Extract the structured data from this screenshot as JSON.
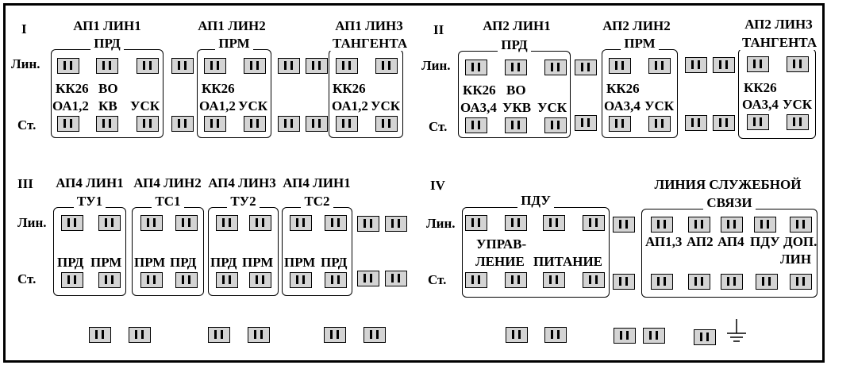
{
  "rows": {
    "lin": "Лин.",
    "st": "Ст."
  },
  "sections": {
    "s1": {
      "numeral": "I",
      "g1": {
        "l1": "АП1 ЛИН1",
        "l2": "ПРД",
        "lab1a": "КК26",
        "lab1b": "ОА1,2",
        "lab2a": "ВО",
        "lab2b": "КВ",
        "lab3": "УСК"
      },
      "g2": {
        "l1": "АП1 ЛИН2",
        "l2": "ПРМ",
        "lab1a": "КК26",
        "lab1b": "ОА1,2",
        "lab2": "УСК"
      },
      "g3": {
        "l1": "АП1 ЛИН3",
        "l2": "ТАНГЕНТА",
        "lab1a": "КК26",
        "lab1b": "ОА1,2",
        "lab2": "УСК"
      }
    },
    "s2": {
      "numeral": "II",
      "g1": {
        "l1": "АП2 ЛИН1",
        "l2": "ПРД",
        "lab1a": "КК26",
        "lab1b": "ОА3,4",
        "lab2a": "ВО",
        "lab2b": "УКВ",
        "lab3": "УСК"
      },
      "g2": {
        "l1": "АП2 ЛИН2",
        "l2": "ПРМ",
        "lab1a": "КК26",
        "lab1b": "ОА3,4",
        "lab2": "УСК"
      },
      "g3": {
        "l1": "АП2 ЛИН3",
        "l2": "ТАНГЕНТА",
        "lab1a": "КК26",
        "lab1b": "ОА3,4",
        "lab2": "УСК"
      }
    },
    "s3": {
      "numeral": "III",
      "g1": {
        "l1": "АП4 ЛИН1",
        "l2": "ТУ1",
        "a": "ПРД",
        "b": "ПРМ"
      },
      "g2": {
        "l1": "АП4 ЛИН2",
        "l2": "ТС1",
        "a": "ПРМ",
        "b": "ПРД"
      },
      "g3": {
        "l1": "АП4 ЛИН3",
        "l2": "ТУ2",
        "a": "ПРД",
        "b": "ПРМ"
      },
      "g4": {
        "l1": "АП4 ЛИН1",
        "l2": "ТС2",
        "a": "ПРМ",
        "b": "ПРД"
      }
    },
    "s4": {
      "numeral": "IV",
      "pdu": {
        "title": "ПДУ",
        "c1a": "УПРАВ-",
        "c1b": "ЛЕНИЕ",
        "c2": "ПИТАНИЕ"
      },
      "sl": {
        "l1": "ЛИНИЯ СЛУЖЕБНОЙ",
        "l2": "СВЯЗИ",
        "a": "АП1,3",
        "b": "АП2",
        "c": "АП4",
        "d": "ПДУ",
        "e1": "ДОП.",
        "e2": "ЛИН"
      }
    }
  },
  "colors": {
    "terminal_fill": "#d4d4d4",
    "line": "#000000"
  },
  "icons": {
    "terminal": "terminal-block-icon",
    "ground": "ground-icon"
  }
}
